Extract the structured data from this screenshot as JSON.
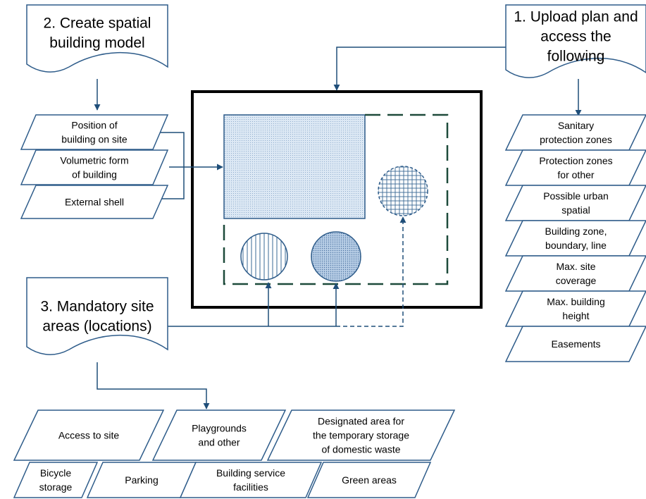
{
  "colors": {
    "stroke": "#2E5C8A",
    "frame": "#000000",
    "dash_green": "#1D4A3A",
    "fill_light": "#D6E6F4",
    "fill_mid": "#B5CCE4",
    "text": "#000000"
  },
  "docs": {
    "create_model": [
      "2. Create spatial",
      "building model"
    ],
    "upload_plan": [
      "1. Upload plan and",
      "access the",
      "following"
    ],
    "mandatory": [
      "3. Mandatory site",
      "areas (locations)"
    ]
  },
  "model_items": [
    [
      "Position of",
      "building on site"
    ],
    [
      "Volumetric form",
      "of building"
    ],
    [
      "External shell"
    ]
  ],
  "plan_items": [
    [
      "Sanitary",
      "protection zones"
    ],
    [
      "Protection zones",
      "for other"
    ],
    [
      "Possible urban",
      "spatial"
    ],
    [
      "Building zone,",
      "boundary, line"
    ],
    [
      "Max. site",
      "coverage"
    ],
    [
      "Max. building",
      "height"
    ],
    [
      "Easements"
    ]
  ],
  "site_row1": [
    [
      "Access to site"
    ],
    [
      "Playgrounds",
      "and other"
    ],
    [
      "Designated area for",
      "the temporary storage",
      "of domestic waste"
    ]
  ],
  "site_row2": [
    [
      "Bicycle",
      "storage"
    ],
    [
      "Parking"
    ],
    [
      "Building service",
      "facilities"
    ],
    [
      "Green areas"
    ]
  ]
}
